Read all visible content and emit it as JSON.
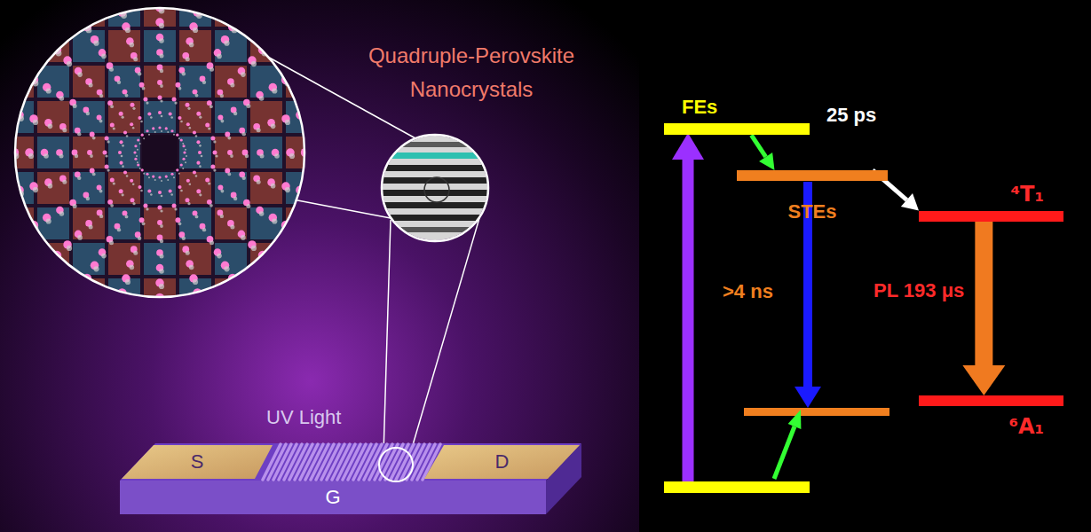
{
  "diagram": {
    "title": "Quadruple-Perovskite Nanocrystals",
    "nodes": [
      {
        "text": [
          "FEs"
        ]
      },
      {
        "text": [
          "STEs"
        ]
      },
      {
        "text": [
          "⁴T₁"
        ]
      },
      {
        "text": [
          "⁶A₁"
        ]
      },
      {
        "text": [
          "S"
        ]
      },
      {
        "text": [
          "D"
        ]
      },
      {
        "text": [
          "G"
        ]
      }
    ],
    "edges": [
      {
        "from": 0,
        "to": 1,
        "arrow": "to"
      },
      {
        "from": 1,
        "to": 2,
        "label": "25 ps",
        "arrow": "to"
      },
      {
        "from": 2,
        "to": 3,
        "label": "PL 193 μs",
        "arrow": "to"
      }
    ],
    "labels": [
      "UV Light",
      ">4 ns"
    ]
  }
}
